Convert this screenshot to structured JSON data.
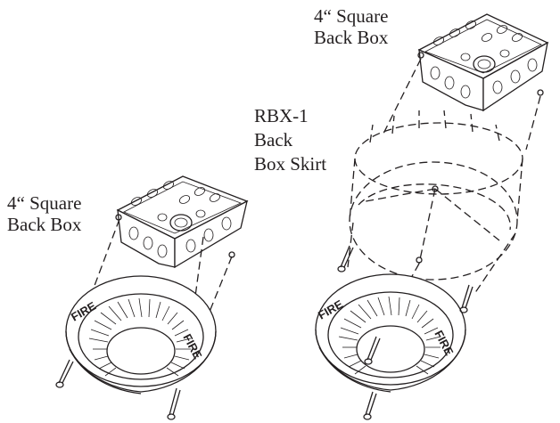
{
  "labels": {
    "left_box": {
      "line1": "4“ Square",
      "line2": "Back Box"
    },
    "right_box": {
      "line1": "4“ Square",
      "line2": "Back Box"
    },
    "skirt": {
      "line1": "RBX-1",
      "line2": "Back",
      "line3": "Box Skirt"
    }
  },
  "device_text": {
    "left_a": "FIRE",
    "left_b": "FIRE",
    "right_a": "FIRE",
    "right_b": "FIRE"
  },
  "colors": {
    "ink": "#231f20",
    "background": "#ffffff"
  }
}
